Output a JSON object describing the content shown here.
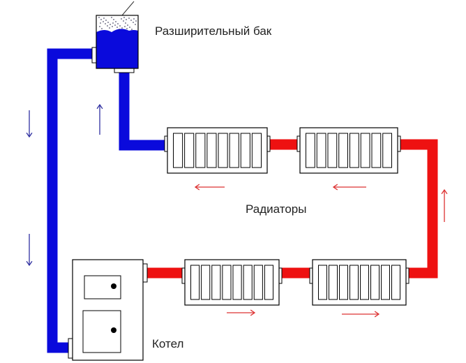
{
  "labels": {
    "tank": "Разширительный бак",
    "radiators": "Радиаторы",
    "boiler": "Котел"
  },
  "colors": {
    "cold_pipe": "#0a0adc",
    "hot_pipe": "#ee1111",
    "cold_arrow": "#3030a0",
    "hot_arrow": "#dd3333"
  },
  "radiator_fins": 8
}
